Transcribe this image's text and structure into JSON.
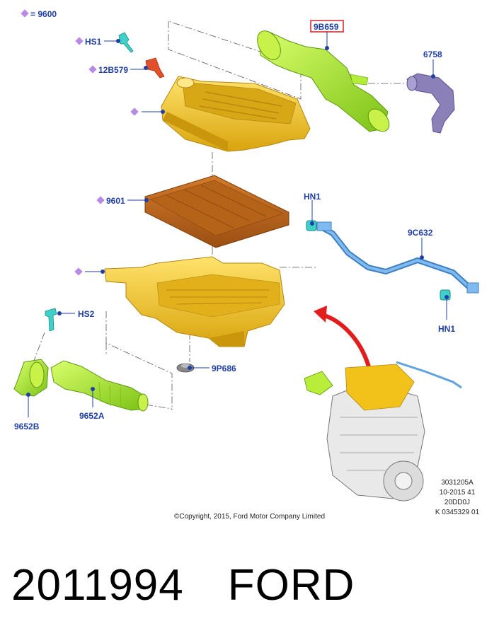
{
  "legend": {
    "symbol": "diamond",
    "text": "= 9600"
  },
  "callouts": {
    "hs1": "HS1",
    "c12b579": "12B579",
    "c9b659": "9B659",
    "c6758": "6758",
    "c9601": "9601",
    "hn1_top": "HN1",
    "c9c632": "9C632",
    "hn1_bottom": "HN1",
    "hs2": "HS2",
    "c9p686": "9P686",
    "c9652b": "9652B",
    "c9652a": "9652A"
  },
  "copyright": "©Copyright, 2015, Ford Motor Company Limited",
  "drawing_code": [
    "3031205A",
    "10-2015 41",
    "20DD0J",
    "K 0345329 01"
  ],
  "part_number": "2011994",
  "brand": "FORD",
  "colors": {
    "callout_text": "#1f3fa6",
    "diamond": "#b78ae6",
    "highlight_box": "#d21f2b",
    "airbox": "#f2c21a",
    "airbox_shadow": "#c9960c",
    "filter": "#c26a1c",
    "hose_green": "#a6e22e",
    "hose_purple": "#8c80b8",
    "tube_blue": "#5fa3dc",
    "clip_cyan": "#3fd1c9",
    "sensor_red": "#e0502a",
    "arrow_red": "#e21d1d"
  }
}
